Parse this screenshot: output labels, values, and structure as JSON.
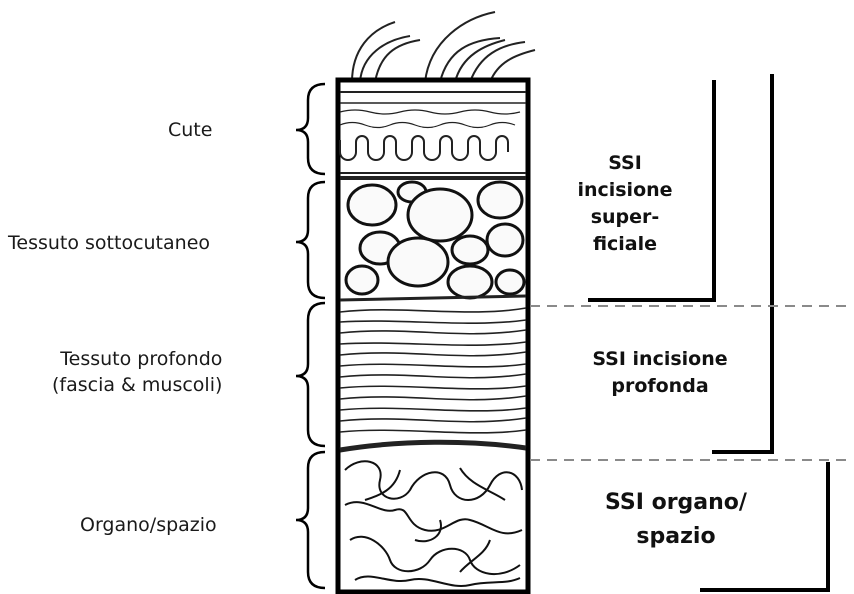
{
  "layers": [
    {
      "label_lines": [
        "Cute"
      ]
    },
    {
      "label_lines": [
        "Tessuto sottocutaneo"
      ]
    },
    {
      "label_lines": [
        "Tessuto profondo",
        "(fascia & muscoli)"
      ]
    },
    {
      "label_lines": [
        "Organo/spazio"
      ]
    }
  ],
  "categories": [
    {
      "label_lines": [
        "SSI",
        "incisione",
        "super-",
        "ficiale"
      ]
    },
    {
      "label_lines": [
        "SSI incisione",
        "profonda"
      ]
    },
    {
      "label_lines": [
        "SSI organo/",
        "spazio"
      ]
    }
  ],
  "colors": {
    "ink": "#111111",
    "dash": "#8a8a8a"
  }
}
